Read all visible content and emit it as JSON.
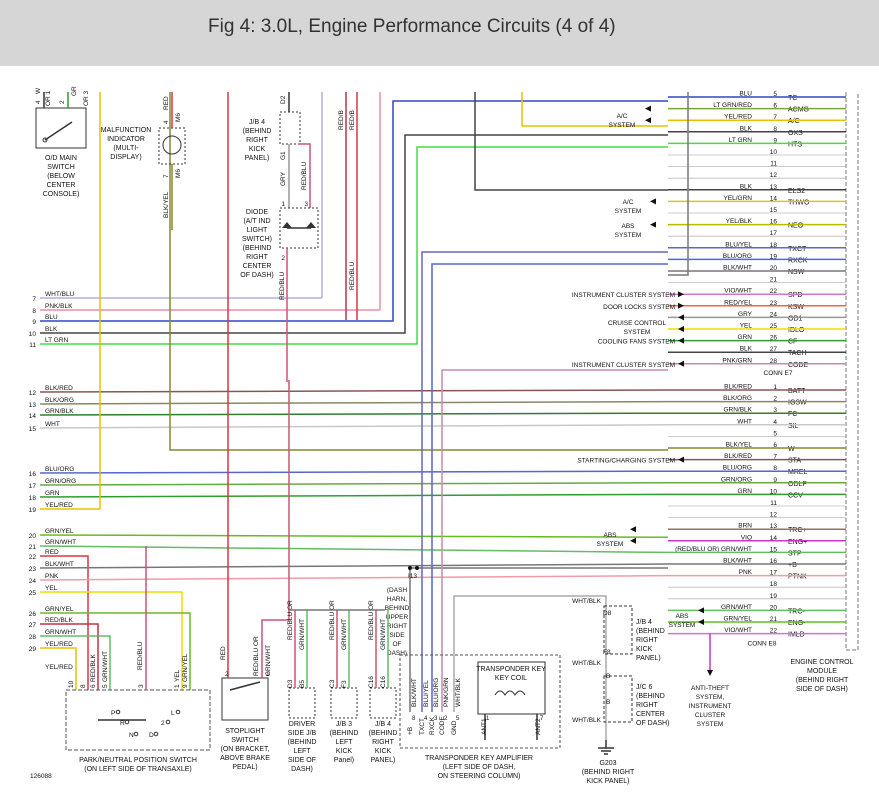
{
  "header": {
    "title": "Fig 4: 3.0L, Engine Performance Circuits (4 of 4)"
  },
  "figure_id": "126088",
  "colors": {
    "BLU": "#3344cc",
    "LT GRN": "#44dd44",
    "GRN": "#2f9e2f",
    "YEL": "#e8e000",
    "RED": "#dd3344",
    "PNK": "#f29aa8",
    "VIO": "#cc33cc",
    "WHT": "#c8c8c8",
    "BLK": "#444444",
    "BRN": "#9a7055",
    "ORG": "#ee9933",
    "GRY": "#999999",
    "BLK/YEL": "#88882a",
    "BLK/RED": "#885555",
    "BLK/ORG": "#888866",
    "BLK/WHT": "#777777",
    "BLU/YEL": "#6666bb",
    "BLU/ORG": "#5566cc",
    "BLU/WHT": "#8899dd",
    "GRN/YEL": "#66bb22",
    "GRN/WHT": "#66bb66",
    "GRN/BLK": "#2f7e2f",
    "GRN/ORG": "#66aa44",
    "RED/BLU": "#cc5577",
    "RED/YEL": "#e86a44",
    "RED/BLK": "#bb3344",
    "RED/WHT": "#dd7788",
    "YEL/RED": "#e8c000",
    "YEL/GRN": "#cccc22",
    "YEL/BLK": "#bbbb00",
    "VIO/WHT": "#cc77cc",
    "PNK/BLK": "#e890a0",
    "PNK/GRN": "#cc88aa",
    "WHT/BLU": "#b0b0dd",
    "WHT/BLK": "#aaaaaa",
    "LT GRN/RED": "#77aa33"
  },
  "ecm": {
    "name": "ENGINE CONTROL MODULE",
    "location": "(BEHIND RIGHT SIDE OF DASH)",
    "conn_e7": "CONN E7",
    "conn_e8": "CONN E8",
    "e7_pins": [
      {
        "pin": "5",
        "name": "TC",
        "wire": "BLU",
        "color_key": "BLU"
      },
      {
        "pin": "6",
        "name": "ACMG",
        "wire": "LT GRN/RED",
        "color_key": "LT GRN/RED"
      },
      {
        "pin": "7",
        "name": "A/C",
        "wire": "YEL/RED",
        "color_key": "YEL/RED"
      },
      {
        "pin": "8",
        "name": "OXS",
        "wire": "BLK",
        "color_key": "BLK"
      },
      {
        "pin": "9",
        "name": "HTS",
        "wire": "LT GRN",
        "color_key": "LT GRN"
      },
      {
        "pin": "10",
        "name": "",
        "wire": "",
        "color_key": ""
      },
      {
        "pin": "11",
        "name": "",
        "wire": "",
        "color_key": ""
      },
      {
        "pin": "12",
        "name": "",
        "wire": "",
        "color_key": ""
      },
      {
        "pin": "13",
        "name": "ELS2",
        "wire": "BLK",
        "color_key": "BLK"
      },
      {
        "pin": "14",
        "name": "THWO",
        "wire": "YEL/GRN",
        "color_key": "YEL/GRN"
      },
      {
        "pin": "15",
        "name": "",
        "wire": "",
        "color_key": ""
      },
      {
        "pin": "16",
        "name": "NEO",
        "wire": "YEL/BLK",
        "color_key": "YEL/BLK"
      },
      {
        "pin": "17",
        "name": "",
        "wire": "",
        "color_key": ""
      },
      {
        "pin": "18",
        "name": "TXCT",
        "wire": "BLU/YEL",
        "color_key": "BLU/YEL"
      },
      {
        "pin": "19",
        "name": "RXCK",
        "wire": "BLU/ORG",
        "color_key": "BLU/ORG"
      },
      {
        "pin": "20",
        "name": "NSW",
        "wire": "BLK/WHT",
        "color_key": "BLK/WHT"
      },
      {
        "pin": "21",
        "name": "",
        "wire": "",
        "color_key": ""
      },
      {
        "pin": "22",
        "name": "SPD",
        "wire": "VIO/WHT",
        "color_key": "VIO/WHT"
      },
      {
        "pin": "23",
        "name": "KSW",
        "wire": "RED/YEL",
        "color_key": "RED/YEL"
      },
      {
        "pin": "24",
        "name": "OD1",
        "wire": "GRY",
        "color_key": "GRY"
      },
      {
        "pin": "25",
        "name": "IDLO",
        "wire": "YEL",
        "color_key": "YEL"
      },
      {
        "pin": "26",
        "name": "CF",
        "wire": "GRN",
        "color_key": "GRN"
      },
      {
        "pin": "27",
        "name": "TACH",
        "wire": "BLK",
        "color_key": "BLK"
      },
      {
        "pin": "28",
        "name": "CODE",
        "wire": "PNK/GRN",
        "color_key": "PNK/GRN"
      }
    ],
    "e8_pins": [
      {
        "pin": "1",
        "name": "BATT",
        "wire": "BLK/RED",
        "color_key": "BLK/RED"
      },
      {
        "pin": "2",
        "name": "IGSW",
        "wire": "BLK/ORG",
        "color_key": "BLK/ORG"
      },
      {
        "pin": "3",
        "name": "FC",
        "wire": "GRN/BLK",
        "color_key": "GRN/BLK"
      },
      {
        "pin": "4",
        "name": "SIL",
        "wire": "WHT",
        "color_key": "WHT"
      },
      {
        "pin": "5",
        "name": "",
        "wire": "",
        "color_key": ""
      },
      {
        "pin": "6",
        "name": "W",
        "wire": "BLK/YEL",
        "color_key": "BLK/YEL"
      },
      {
        "pin": "7",
        "name": "STA",
        "wire": "BLK/RED",
        "color_key": "BLK/RED"
      },
      {
        "pin": "8",
        "name": "MREL",
        "wire": "BLU/ORG",
        "color_key": "BLU/ORG"
      },
      {
        "pin": "9",
        "name": "ODLP",
        "wire": "GRN/ORG",
        "color_key": "GRN/ORG"
      },
      {
        "pin": "10",
        "name": "CCV",
        "wire": "GRN",
        "color_key": "GRN"
      },
      {
        "pin": "11",
        "name": "",
        "wire": "",
        "color_key": ""
      },
      {
        "pin": "12",
        "name": "",
        "wire": "",
        "color_key": ""
      },
      {
        "pin": "13",
        "name": "TRC+",
        "wire": "BRN",
        "color_key": "BRN"
      },
      {
        "pin": "14",
        "name": "ENG+",
        "wire": "VIO",
        "color_key": "VIO"
      },
      {
        "pin": "15",
        "name": "STP",
        "wire": "(RED/BLU OR) GRN/WHT",
        "color_key": "GRN/WHT"
      },
      {
        "pin": "16",
        "name": "+B",
        "wire": "BLK/WHT",
        "color_key": "BLK/WHT"
      },
      {
        "pin": "17",
        "name": "PTNK",
        "wire": "PNK",
        "color_key": "PNK"
      },
      {
        "pin": "18",
        "name": "",
        "wire": "",
        "color_key": ""
      },
      {
        "pin": "19",
        "name": "",
        "wire": "",
        "color_key": ""
      },
      {
        "pin": "20",
        "name": "TRC-",
        "wire": "GRN/WHT",
        "color_key": "GRN/WHT"
      },
      {
        "pin": "21",
        "name": "ENG-",
        "wire": "GRN/YEL",
        "color_key": "GRN/YEL"
      },
      {
        "pin": "22",
        "name": "IMLD",
        "wire": "VIO/WHT",
        "color_key": "VIO/WHT"
      }
    ]
  },
  "left_wires": [
    {
      "num": "7",
      "label": "WHT/BLU",
      "color_key": "WHT/BLU"
    },
    {
      "num": "8",
      "label": "PNK/BLK",
      "color_key": "PNK/BLK"
    },
    {
      "num": "9",
      "label": "BLU",
      "color_key": "BLU"
    },
    {
      "num": "10",
      "label": "BLK",
      "color_key": "BLK"
    },
    {
      "num": "11",
      "label": "LT GRN",
      "color_key": "LT GRN"
    },
    {
      "num": "12",
      "label": "BLK/RED",
      "color_key": "BLK/RED"
    },
    {
      "num": "13",
      "label": "BLK/ORG",
      "color_key": "BLK/ORG"
    },
    {
      "num": "14",
      "label": "GRN/BLK",
      "color_key": "GRN/BLK"
    },
    {
      "num": "15",
      "label": "WHT",
      "color_key": "WHT"
    },
    {
      "num": "16",
      "label": "BLU/ORG",
      "color_key": "BLU/ORG"
    },
    {
      "num": "17",
      "label": "GRN/ORG",
      "color_key": "GRN/ORG"
    },
    {
      "num": "18",
      "label": "GRN",
      "color_key": "GRN"
    },
    {
      "num": "19",
      "label": "YEL/RED",
      "color_key": "YEL/RED"
    },
    {
      "num": "20",
      "label": "GRN/YEL",
      "color_key": "GRN/YEL"
    },
    {
      "num": "21",
      "label": "GRN/WHT",
      "color_key": "GRN/WHT"
    },
    {
      "num": "22",
      "label": "RED",
      "color_key": "RED"
    },
    {
      "num": "23",
      "label": "BLK/WHT",
      "color_key": "BLK/WHT"
    },
    {
      "num": "24",
      "label": "PNK",
      "color_key": "PNK"
    },
    {
      "num": "25",
      "label": "YEL",
      "color_key": "YEL"
    },
    {
      "num": "26",
      "label": "GRN/YEL",
      "color_key": "GRN/YEL"
    },
    {
      "num": "27",
      "label": "RED/BLK",
      "color_key": "RED/BLK"
    },
    {
      "num": "28",
      "label": "GRN/WHT",
      "color_key": "GRN/WHT"
    },
    {
      "num": "29",
      "label": "YEL/RED",
      "color_key": "YEL/RED"
    }
  ],
  "arrow_labels": {
    "ac_system": "A/C SYSTEM",
    "abs_system": "ABS SYSTEM",
    "instrument_cluster": "INSTRUMENT CLUSTER SYSTEM",
    "door_locks": "DOOR LOCKS SYSTEM",
    "cruise_control": "CRUISE CONTROL SYSTEM",
    "cooling_fans": "COOLING FANS SYSTEM",
    "starting_charging": "STARTING/CHARGING SYSTEM",
    "anti_theft": "ANTI-THEFT SYSTEM, INSTRUMENT CLUSTER SYSTEM"
  },
  "components": {
    "od_main_switch": "O/D MAIN SWITCH (BELOW CENTER CONSOLE)",
    "od_pins": [
      "4",
      "W",
      "2",
      "GR",
      "OR 1",
      "OR 3"
    ],
    "malfunction_indicator": "MALFUNCTION INDICATOR (MULTI-DISPLAY)",
    "mi_pins": [
      "4",
      "M6",
      "7",
      "M6"
    ],
    "mi_wires": [
      "RED",
      "BLK/YEL"
    ],
    "jb4_behind_right": "J/B 4 (BEHIND RIGHT KICK PANEL)",
    "jb4_pins": [
      "D2",
      "G1"
    ],
    "jb4_wire_gry": "GRY",
    "jb4_wire_redblu": "RED/BLU",
    "diode": "DIODE (A/T IND LIGHT SWITCH) (BEHIND RIGHT CENTER OF DASH)",
    "diode_pins": [
      "1",
      "3",
      "2"
    ],
    "diode_wire": "RED/BLU",
    "red_b_wires": [
      "RED/B",
      "RED/B",
      "RED/BLU"
    ],
    "splice": "I13",
    "dash_harness": "(DASH HARN, BEHIND UPPER RIGHT SIDE OF DASH)",
    "park_neutral": "PARK/NEUTRAL POSITION SWITCH (ON LEFT SIDE OF TRANSAXLE)",
    "pn_pins": [
      "10",
      "8",
      "6",
      "5",
      "3",
      "1",
      "9"
    ],
    "pn_wires": [
      "RED/BLK",
      "GRN/WHT",
      "RED/BLU",
      "YEL",
      "GRN/YEL"
    ],
    "pn_letters": [
      "P",
      "R",
      "N",
      "D",
      "2",
      "L"
    ],
    "stoplight_switch": "STOPLIGHT SWITCH (ON BRACKET, ABOVE BRAKE PEDAL)",
    "stoplight_pins": [
      "2",
      "1"
    ],
    "stoplight_wires": [
      "RED",
      "RED/BLU OR",
      "GRN/WHT"
    ],
    "driver_side_jb": "DRIVER SIDE J/B (BEHIND LEFT SIDE OF DASH)",
    "jb3_left": "J/B 3 (BEHIND LEFT KICK PANEL)",
    "jb4_right_kick": "J/B 4 (BEHIND RIGHT KICK PANEL)",
    "jb_pins": [
      "D3",
      "B5",
      "C3",
      "F3",
      "C16",
      "C16"
    ],
    "transponder_amp": "TRANSPONDER KEY AMPLIFIER (LEFT SIDE OF DASH, ON STEERING COLUMN)",
    "transponder_coil": "TRANSPONDER KEY COIL",
    "amp_pins": [
      "+B",
      "TXCT",
      "RXCK",
      "CODE",
      "GND",
      "ANT1",
      "ANT2"
    ],
    "amp_pin_nums": [
      "8",
      "4",
      "3",
      "2",
      "5",
      "1",
      "7"
    ],
    "amp_wires": [
      "BLK/WHT",
      "BLU/YEL",
      "BLU/ORG",
      "PNK/GRN",
      "WHT/BLK"
    ],
    "jb4_d8": "J/B 4 (BEHIND RIGHT KICK PANEL)",
    "jb4_d8_pins": [
      "D8",
      "F8"
    ],
    "jc6": "J/C 6 (BEHIND RIGHT CENTER OF DASH)",
    "jc6_pins": [
      "B",
      "B"
    ],
    "ground": "G203 (BEHIND RIGHT KICK PANEL)",
    "wht_blk": "WHT/BLK"
  }
}
